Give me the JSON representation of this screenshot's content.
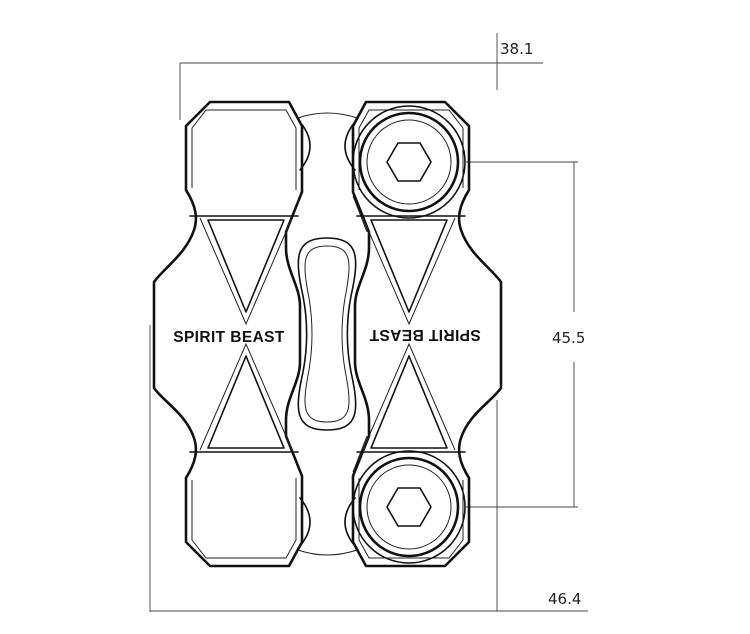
{
  "dimensions": {
    "top_width": "38.1",
    "hole_spacing": "45.5",
    "bottom_width": "46.4"
  },
  "labels": {
    "left_brand": "SPIRIT BEAST",
    "right_brand": "SPIRIT BEAST"
  }
}
